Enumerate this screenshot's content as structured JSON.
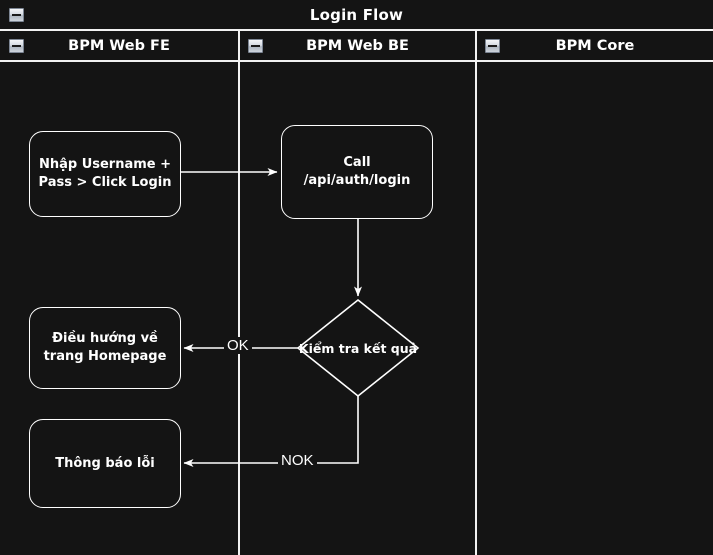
{
  "pool": {
    "title": "Login Flow",
    "collapse_icon": "minus-icon"
  },
  "lanes": [
    {
      "id": "fe",
      "label": "BPM Web FE",
      "collapse_icon": "minus-icon"
    },
    {
      "id": "be",
      "label": "BPM Web BE",
      "collapse_icon": "minus-icon"
    },
    {
      "id": "core",
      "label": "BPM Core",
      "collapse_icon": "minus-icon"
    }
  ],
  "nodes": [
    {
      "id": "n1",
      "lane": "fe",
      "type": "task",
      "label": "Nhập Username + Pass > Click Login"
    },
    {
      "id": "n2",
      "lane": "be",
      "type": "task",
      "label": "Call /api/auth/login"
    },
    {
      "id": "n3",
      "lane": "be",
      "type": "decision",
      "label": "Kiểm tra kết quả"
    },
    {
      "id": "n4",
      "lane": "fe",
      "type": "task",
      "label": "Điều hướng về trang Homepage"
    },
    {
      "id": "n5",
      "lane": "fe",
      "type": "task",
      "label": "Thông báo lỗi"
    }
  ],
  "edges": [
    {
      "id": "e1",
      "from": "n1",
      "to": "n2",
      "label": ""
    },
    {
      "id": "e2",
      "from": "n2",
      "to": "n3",
      "label": ""
    },
    {
      "id": "e3",
      "from": "n3",
      "to": "n4",
      "label": "OK"
    },
    {
      "id": "e4",
      "from": "n3",
      "to": "n5",
      "label": "NOK"
    }
  ],
  "colors": {
    "background": "#141414",
    "stroke": "#ffffff",
    "lane_border": "#f2f2f2",
    "text": "#ffffff"
  }
}
